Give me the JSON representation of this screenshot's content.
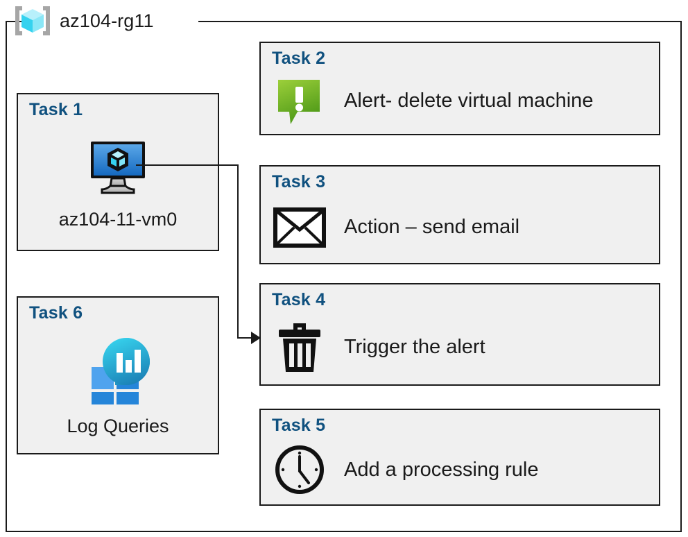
{
  "resource_group": {
    "name": "az104-rg11",
    "icon": "resource-group-cube-icon"
  },
  "cards": {
    "task1": {
      "title": "Task 1",
      "label": "az104-11-vm0",
      "icon": "virtual-machine-icon"
    },
    "task2": {
      "title": "Task 2",
      "label": "Alert- delete virtual machine",
      "icon": "alert-exclamation-icon"
    },
    "task3": {
      "title": "Task 3",
      "label": "Action – send email",
      "icon": "envelope-icon"
    },
    "task4": {
      "title": "Task 4",
      "label": "Trigger the alert",
      "icon": "trash-icon"
    },
    "task5": {
      "title": "Task 5",
      "label": "Add a processing rule",
      "icon": "clock-icon"
    },
    "task6": {
      "title": "Task 6",
      "label": "Log Queries",
      "icon": "log-analytics-icon"
    }
  },
  "connector": {
    "from": "task1-vm-icon",
    "to": "task4",
    "arrow": "arrowhead-right-icon"
  },
  "colors": {
    "title_blue": "#10517f",
    "card_background": "#f0f0f0",
    "card_border": "#1a1a1a",
    "text": "#1a1a1a",
    "alert_green": "#7ab800",
    "vm_blue": "#2e8bdc",
    "log_analytics_teal": "#2fc5e0",
    "log_analytics_blue": "#2585d9",
    "rg_cube_cyan": "#6fe0f5",
    "rg_bracket_gray": "#a6a6a6"
  }
}
